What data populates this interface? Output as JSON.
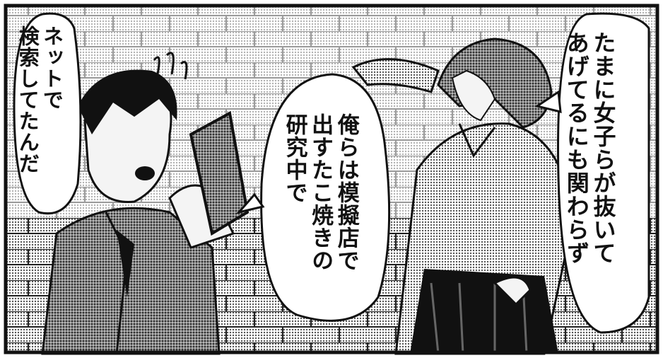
{
  "panel": {
    "bubbles": {
      "left": {
        "lines": [
          "ネットで",
          "検索してたんだ"
        ]
      },
      "middle": {
        "lines": [
          "俺らは模擬店で",
          "出すたこ焼きの",
          "研究中で"
        ]
      },
      "right": {
        "lines": [
          "たまに女子らが抜いて",
          "あげてるにも関わらず"
        ]
      }
    },
    "sfx": "surprise-marks",
    "colors": {
      "ink": "#111111",
      "paper": "#ffffff",
      "tone": "#9a9a9a"
    }
  }
}
